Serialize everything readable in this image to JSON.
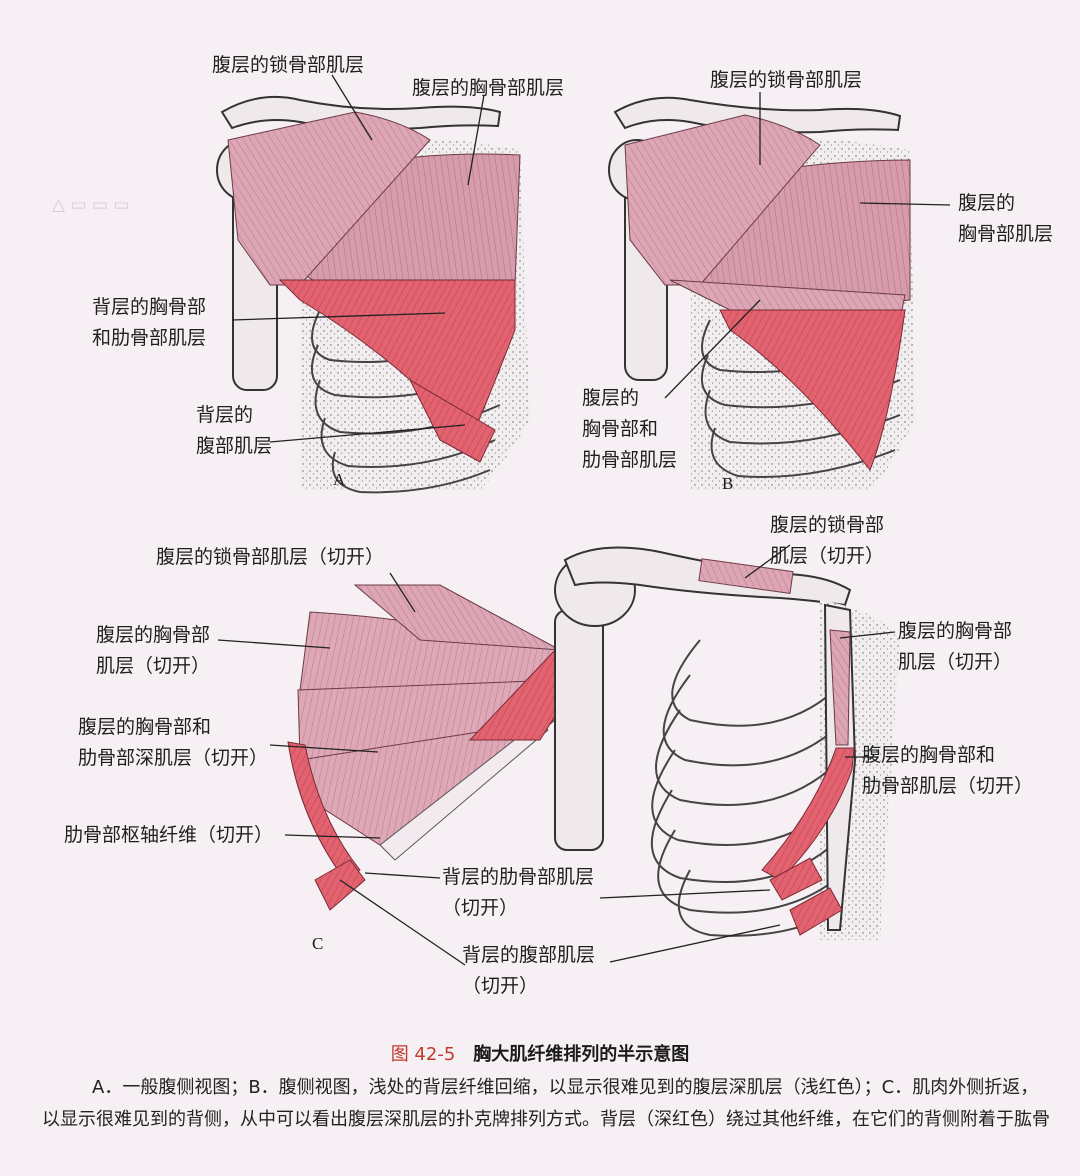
{
  "panels": {
    "a": {
      "letter": "A",
      "clavicular_layer": "腹层的锁骨部肌层",
      "sternal_layer": "腹层的胸骨部肌层",
      "dorsal_sternocostal": "背层的胸骨部\n和肋骨部肌层",
      "dorsal_abdominal": "背层的\n腹部肌层"
    },
    "b": {
      "letter": "B",
      "clavicular_layer": "腹层的锁骨部肌层",
      "sternal_layer": "腹层的\n胸骨部肌层",
      "sternocostal_layer": "腹层的\n胸骨部和\n肋骨部肌层"
    },
    "c": {
      "letter": "C",
      "clavicular_cut_left": "腹层的锁骨部肌层（切开）",
      "sternal_cut_left": "腹层的胸骨部\n肌层（切开）",
      "deep_cut_left": "腹层的胸骨部和\n肋骨部深肌层（切开）",
      "pivot_fibers": "肋骨部枢轴纤维（切开）",
      "dorsal_costal_cut": "背层的肋骨部肌层\n（切开）",
      "dorsal_abdominal_cut": "背层的腹部肌层\n（切开）",
      "clavicular_cut_right": "腹层的锁骨部\n肌层（切开）",
      "sternal_cut_right": "腹层的胸骨部\n肌层（切开）",
      "sternocostal_cut_right": "腹层的胸骨部和\n肋骨部肌层（切开）"
    }
  },
  "caption": {
    "number": "图 42-5",
    "title": "胸大肌纤维排列的半示意图",
    "text": "A．一般腹侧视图；B．腹侧视图，浅处的背层纤维回缩，以显示很难见到的腹层深肌层（浅红色）；C．肌肉外侧折返，以显示很难见到的背侧，从中可以看出腹层深肌层的扑克牌排列方式。背层（深红色）绕过其他纤维，在它们的背侧附着于肱骨"
  },
  "colors": {
    "light_muscle": "#d9a3b1",
    "dark_muscle": "#e06070",
    "bone": "#efe9ec",
    "caption_number": "#c0392b"
  }
}
